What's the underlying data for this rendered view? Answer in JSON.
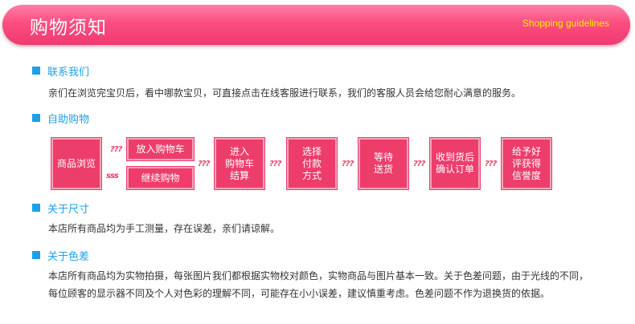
{
  "banner": {
    "title": "购物须知",
    "subtitle": "Shopping guidelines"
  },
  "sections": {
    "contact": {
      "heading": "联系我们",
      "text": "亲们在浏览完宝贝后，看中哪款宝贝，可直接点击在线客服进行联系，我们的客服人员会给您耐心满意的服务。"
    },
    "self_service": {
      "heading": "自助购物",
      "flow": {
        "browse": "商品浏览",
        "add_cart": "放入购物车",
        "continue": "继续购物",
        "enter_cart": "进入\n购物车\n结算",
        "choose_pay": "选择\n付款\n方式",
        "wait_ship": "等待\n送货",
        "receive": "收到货后\n确认订单",
        "review": "给予好\n评获得\n信誉度",
        "arrow": "???",
        "arrow_back": "sss"
      }
    },
    "size": {
      "heading": "关于尺寸",
      "text": "本店所有商品均为手工测量，存在误差，亲们请谅解。"
    },
    "color": {
      "heading": "关于色差",
      "line1": "本店所有商品均为实物拍摄，每张图片我们都根据实物校对颜色，实物商品与图片基本一致。关于色差问题，由于光线的不同，",
      "line2": "每位顾客的显示器不同及个人对色彩的理解不同，可能存在小小误差，建议慎重考虑。色差问题不作为退换货的依据。"
    }
  },
  "colors": {
    "accent": "#ec3d6b",
    "heading_blue": "#1e9fe8",
    "subtitle_yellow": "#fff000"
  }
}
